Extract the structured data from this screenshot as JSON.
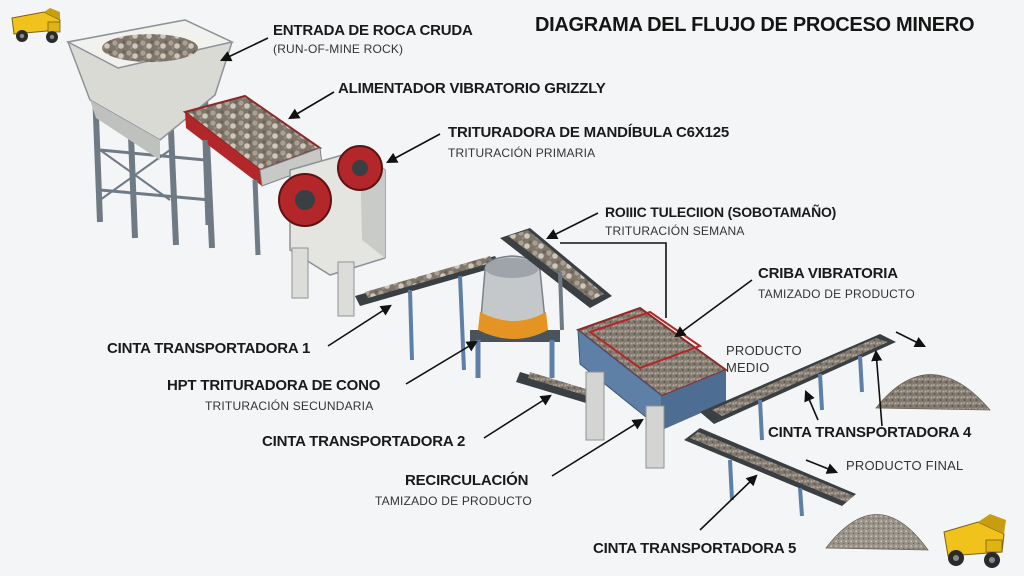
{
  "title": "DIAGRAMA DEL FLUJO DE PROCESO MINERO",
  "labels": {
    "feed": {
      "main": "ENTRADA DE ROCA CRUDA",
      "sub": "(RUN-OF-MINE ROCK)"
    },
    "grizzly": {
      "main": "ALIMENTADOR VIBRATORIO GRIZZLY"
    },
    "jaw": {
      "main": "TRITURADORA DE MANDÍBULA C6X125",
      "sub": "TRITURACIÓN PRIMARIA"
    },
    "recirc_top": {
      "main": "ROIIIC TULECIION (SOBOTAMAÑO)",
      "sub": "TRITURACIÓN SEMANA"
    },
    "screen": {
      "main": "CRIBA VIBRATORIA",
      "sub": "TAMIZADO DE PRODUCTO"
    },
    "medio": {
      "sub": "PRODUCTO\nMEDIO"
    },
    "conv1": {
      "main": "CINTA TRANSPORTADORA 1"
    },
    "cone": {
      "main": "HPT TRITURADORA DE CONO",
      "sub": "TRITURACIÓN SECUNDARIA"
    },
    "conv2": {
      "main": "CINTA TRANSPORTADORA 2"
    },
    "conv4": {
      "main": "CINTA TRANSPORTADORA 4"
    },
    "recirc": {
      "main": "RECIRCULACIÓN",
      "sub": "TAMIZADO DE PRODUCTO"
    },
    "final": {
      "sub": "PRODUCTO FINAL"
    },
    "conv5": {
      "main": "CINTA TRANSPORTADORA 5"
    }
  },
  "colors": {
    "steel": "#7d8790",
    "steel_dark": "#4a535b",
    "hopper": "#d9d9d4",
    "belt": "#3a3f44",
    "red": "#b3262a",
    "blue": "#5e7fa6",
    "orange": "#e39422",
    "truck": "#f1c21b",
    "rock": "#8c8276",
    "gravel": "#7b7268"
  }
}
